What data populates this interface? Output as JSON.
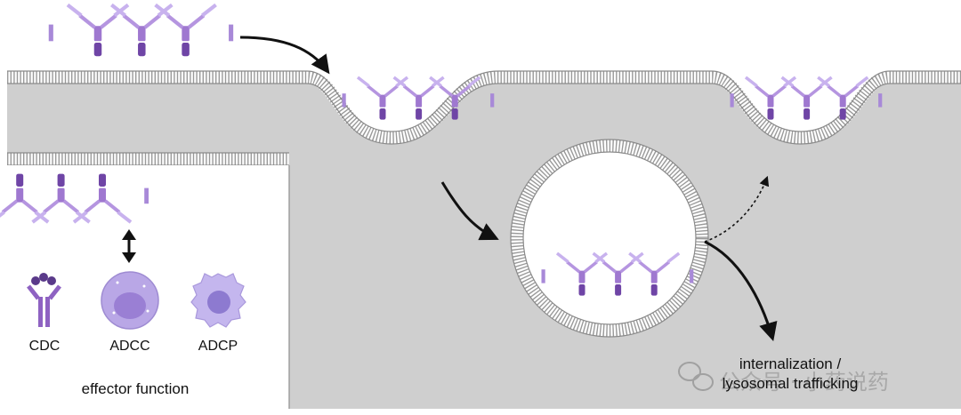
{
  "labels": {
    "cdc": "CDC",
    "adcc": "ADCC",
    "adcp": "ADCP",
    "effector_function": "effector function",
    "internalization_line1": "internalization /",
    "internalization_line2": "lysosomal trafficking"
  },
  "watermark": {
    "text": "公众号 · 小药说药",
    "icon": "wechat-icon"
  },
  "colors": {
    "cytoplasm": "#cfcfcf",
    "membrane": "#9a9a9a",
    "antibody_dark": "#7e4fb0",
    "antibody_mid": "#9f78d0",
    "antibody_light": "#c4acea",
    "cell": "#b9a7e6"
  },
  "icons": [
    "arrow-icon",
    "double-arrow-icon",
    "complement-icon",
    "nk-cell-icon",
    "macrophage-icon",
    "wechat-icon"
  ]
}
